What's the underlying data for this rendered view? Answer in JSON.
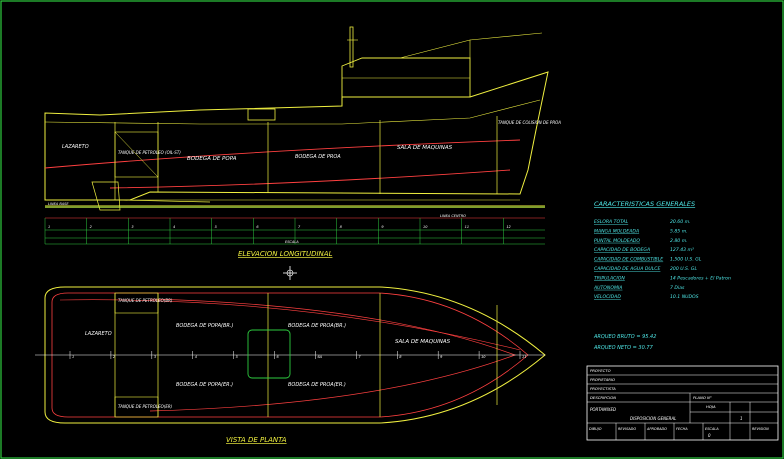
{
  "colors": {
    "background": "#000000",
    "frame": "#2ecc40",
    "hull": "#f0f040",
    "waterline": "#ff4040",
    "stations": "#ffffff",
    "specs_text": "#4ee6e6",
    "grid": "#2ecc40"
  },
  "elevation": {
    "title": "ELEVACION LONGITUDINAL",
    "compartments": {
      "lazareto": "LAZARETO",
      "tanque_popa": "TANQUE DE PETROLEO (OIL-ST)",
      "bodega_popa": "BODEGA DE POPA",
      "bodega_proa": "BODEGA DE PROA",
      "sala_maquinas": "SALA DE MAQUINAS",
      "tanque_proa": "TANQUE DE COLISION DE PROA"
    },
    "baseline_label": "LINEA BASE",
    "center_label": "LINEA CENTRO",
    "scale_label": "ESCALA",
    "station_numbers": [
      "1",
      "2",
      "3",
      "4",
      "5",
      "6",
      "7",
      "8",
      "9",
      "10",
      "11",
      "12"
    ]
  },
  "plan": {
    "title": "VISTA DE PLANTA",
    "compartments": {
      "tanque_br": "TANQUE DE PETROLEO(BR)",
      "tanque_er": "TANQUE DE PETROLEO(ER)",
      "lazareto": "LAZARETO",
      "bodega_popa_br": "BODEGA DE POPA(BR.)",
      "bodega_proa_br": "BODEGA DE PROA(BR.)",
      "bodega_popa_er": "BODEGA DE POPA(ER.)",
      "bodega_proa_er": "BODEGA DE PROA(ER.)",
      "sala_maquinas": "SALA DE MAQUINAS"
    },
    "station_numbers": [
      "1",
      "2",
      "3",
      "4",
      "5",
      "6",
      "6A",
      "7",
      "8",
      "9",
      "10",
      "11"
    ]
  },
  "specs": {
    "title": "CARACTERISTICAS GENERALES",
    "rows": [
      {
        "label": "ESLORA TOTAL",
        "value": "20.60 m."
      },
      {
        "label": "MANGA MOLDEADA",
        "value": "5.85 m."
      },
      {
        "label": "PUNTAL MOLDEADO",
        "value": "2.80 m."
      },
      {
        "label": "CAPACIDAD DE BODEGA",
        "value": "127.43 m³"
      },
      {
        "label": "CAPACIDAD DE COMBUSTIBLE",
        "value": "1,500 U.S. GL"
      },
      {
        "label": "CAPACIDAD DE AGUA DULCE",
        "value": "200 U.S. GL"
      },
      {
        "label": "TRIPULACION",
        "value": "14 Pescadores + El Patron"
      },
      {
        "label": "AUTONOMIA",
        "value": "7 Dias"
      },
      {
        "label": "VELOCIDAD",
        "value": "10.1 NUDOS"
      }
    ],
    "arqueo_bruto": "ARQUEO BRUTO = 95.42",
    "arqueo_neto": "ARQUEO NETO = 30.77"
  },
  "title_block": {
    "rows": [
      "PROYECTO",
      "PROPIETARIO",
      "PROYECTISTA",
      "DESCRIPCION"
    ],
    "plano_label": "PLANO N°",
    "plano_value": "",
    "hoja_label": "HOJA",
    "hoja_value": "1",
    "description": "PORTAMIXED",
    "drawing_name": "DISPOSICION GENERAL",
    "bottom_cells": [
      "DIBUJO",
      "REVISADO",
      "APROBADO",
      "FECHA",
      "ESCALA",
      "REVISION"
    ],
    "revision_value": "0"
  }
}
